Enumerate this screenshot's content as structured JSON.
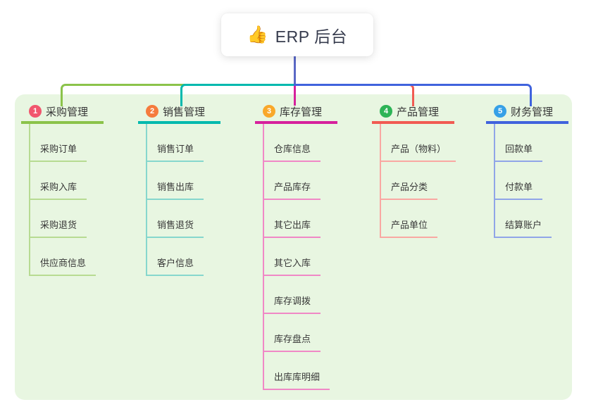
{
  "root": {
    "icon": "👍",
    "label": "ERP 后台"
  },
  "connectors": {
    "stem_color": "#5a68c6"
  },
  "branches": [
    {
      "num": "1",
      "label": "采购管理",
      "badge_color": "#f1566d",
      "line_color": "#8bc34a",
      "child_line_color": "#b7db92",
      "children": [
        "采购订单",
        "采购入库",
        "采购退货",
        "供应商信息"
      ]
    },
    {
      "num": "2",
      "label": "销售管理",
      "badge_color": "#f57b3d",
      "line_color": "#00b9ae",
      "child_line_color": "#86d7cd",
      "children": [
        "销售订单",
        "销售出库",
        "销售退货",
        "客户信息"
      ]
    },
    {
      "num": "3",
      "label": "库存管理",
      "badge_color": "#f9a82a",
      "line_color": "#d6219c",
      "child_line_color": "#f088c6",
      "children": [
        "仓库信息",
        "产品库存",
        "其它出库",
        "其它入库",
        "库存调拨",
        "库存盘点",
        "出库库明细"
      ]
    },
    {
      "num": "4",
      "label": "产品管理",
      "badge_color": "#2db456",
      "line_color": "#f15b52",
      "child_line_color": "#f9a8a2",
      "children": [
        "产品（物料）",
        "产品分类",
        "产品单位"
      ]
    },
    {
      "num": "5",
      "label": "财务管理",
      "badge_color": "#36a0e7",
      "line_color": "#4063dd",
      "child_line_color": "#90a5e8",
      "children": [
        "回款单",
        "付款单",
        "结算账户"
      ]
    }
  ]
}
